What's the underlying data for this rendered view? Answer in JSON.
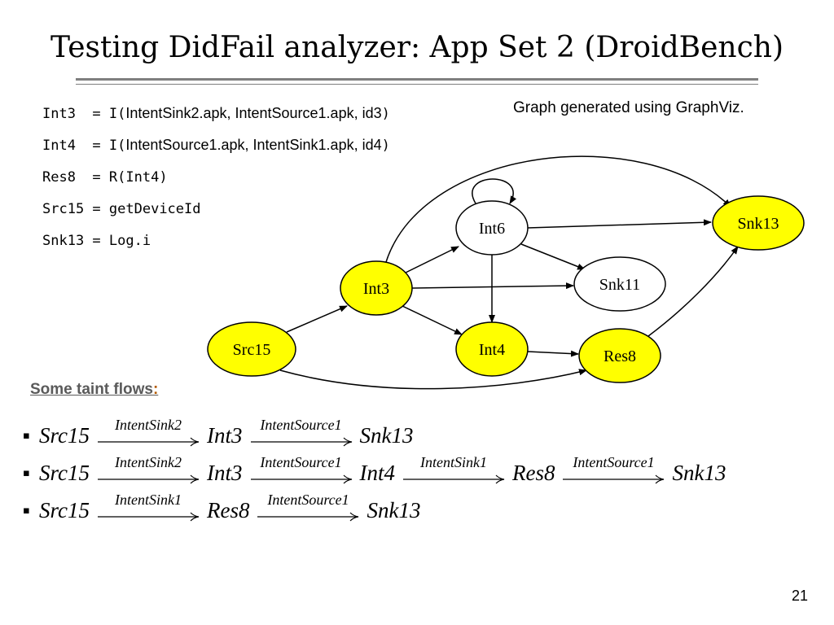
{
  "slide": {
    "title": "Testing DidFail analyzer: App Set 2 (DroidBench)",
    "page_number": "21"
  },
  "definitions": [
    {
      "name": "Int3 ",
      "op": " = ",
      "func": "I(",
      "args": "IntentSink2.apk, IntentSource1.apk, id3",
      "close": ")"
    },
    {
      "name": "Int4 ",
      "op": " = ",
      "func": "I(",
      "args": "IntentSource1.apk, IntentSink1.apk, id4",
      "close": ")"
    },
    {
      "name": "Res8 ",
      "op": " = ",
      "func": "R(Int4)",
      "args": "",
      "close": ""
    },
    {
      "name": "Src15",
      "op": " = ",
      "func": "getDeviceId",
      "args": "",
      "close": ""
    },
    {
      "name": "Snk13",
      "op": " = ",
      "func": "Log.i",
      "args": "",
      "close": ""
    }
  ],
  "caption": "Graph generated using GraphViz.",
  "graph": {
    "nodes": [
      {
        "id": "Src15",
        "label": "Src15",
        "fill": "#ffff00"
      },
      {
        "id": "Int3",
        "label": "Int3",
        "fill": "#ffff00"
      },
      {
        "id": "Int6",
        "label": "Int6",
        "fill": "#ffffff"
      },
      {
        "id": "Int4",
        "label": "Int4",
        "fill": "#ffff00"
      },
      {
        "id": "Snk11",
        "label": "Snk11",
        "fill": "#ffffff"
      },
      {
        "id": "Res8",
        "label": "Res8",
        "fill": "#ffff00"
      },
      {
        "id": "Snk13",
        "label": "Snk13",
        "fill": "#ffff00"
      }
    ],
    "edges": [
      {
        "from": "Src15",
        "to": "Int3"
      },
      {
        "from": "Src15",
        "to": "Res8"
      },
      {
        "from": "Int3",
        "to": "Int6"
      },
      {
        "from": "Int3",
        "to": "Snk11"
      },
      {
        "from": "Int3",
        "to": "Int4"
      },
      {
        "from": "Int3",
        "to": "Snk13"
      },
      {
        "from": "Int6",
        "to": "Int6"
      },
      {
        "from": "Int6",
        "to": "Snk13"
      },
      {
        "from": "Int6",
        "to": "Snk11"
      },
      {
        "from": "Int6",
        "to": "Int4"
      },
      {
        "from": "Int4",
        "to": "Res8"
      },
      {
        "from": "Res8",
        "to": "Snk13"
      }
    ]
  },
  "taint_flows_heading": "Some taint flows",
  "taint_flows_heading_colon": ":",
  "taint_flows": [
    {
      "start": "Src15",
      "steps": [
        {
          "label": "IntentSink2",
          "to": "Int3"
        },
        {
          "label": "IntentSource1",
          "to": "Snk13"
        }
      ]
    },
    {
      "start": "Src15",
      "steps": [
        {
          "label": "IntentSink2",
          "to": "Int3"
        },
        {
          "label": "IntentSource1",
          "to": "Int4"
        },
        {
          "label": "IntentSink1",
          "to": "Res8"
        },
        {
          "label": "IntentSource1",
          "to": "Snk13"
        }
      ]
    },
    {
      "start": "Src15",
      "steps": [
        {
          "label": "IntentSink1",
          "to": "Res8"
        },
        {
          "label": "IntentSource1",
          "to": "Snk13"
        }
      ]
    }
  ],
  "colors": {
    "source_sink_highlight": "#ffff00",
    "heading_text": "#5a5a5a",
    "rule": "#7f7f7f"
  }
}
